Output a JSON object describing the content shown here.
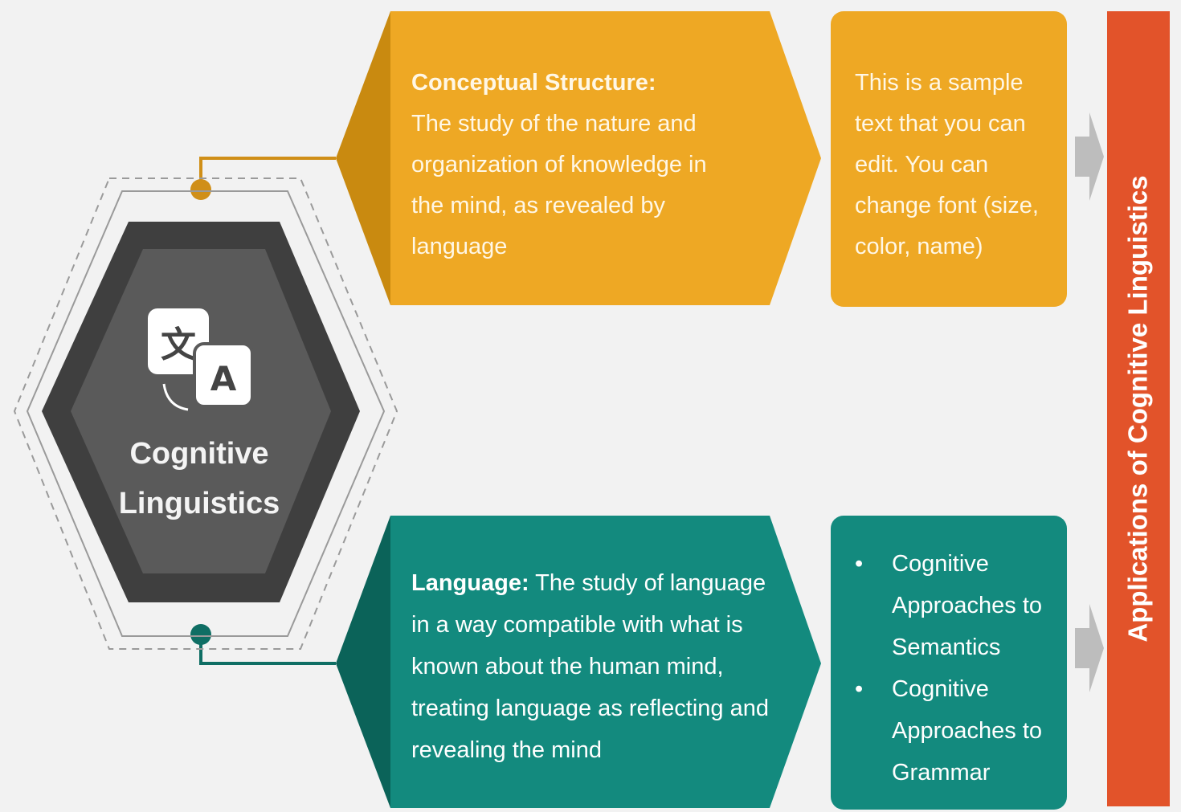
{
  "center": {
    "title_line1": "Cognitive",
    "title_line2": "Linguistics",
    "icon": "translate-icon",
    "icon_glyphs": {
      "source": "文",
      "target": "A"
    },
    "colors": {
      "outer": "#3f3f3f",
      "inner": "#5a5a5a"
    }
  },
  "top_branch": {
    "heading": "Conceptual Structure:",
    "description": "The study of the nature and organization of knowledge in the mind, as revealed by language",
    "side_text": "This is a sample text that you can edit. You can change font (size, color, name)",
    "colors": {
      "main": "#eea824",
      "dark": "#c98a10",
      "connector": "#d08f18"
    }
  },
  "bottom_branch": {
    "heading": "Language:",
    "description": "The study of language in a way compatible with what is known about the human mind, treating language as reflecting and revealing the mind",
    "side_items": [
      "Cognitive Approaches to Semantics",
      "Cognitive Approaches to Grammar"
    ],
    "colors": {
      "main": "#138a7e",
      "dark": "#0b6359",
      "connector": "#0f6e64"
    }
  },
  "right_bar": {
    "label": "Applications of Cognitive Linguistics",
    "color": "#e2532a"
  },
  "arrows": {
    "color": "#bdbdbd"
  }
}
